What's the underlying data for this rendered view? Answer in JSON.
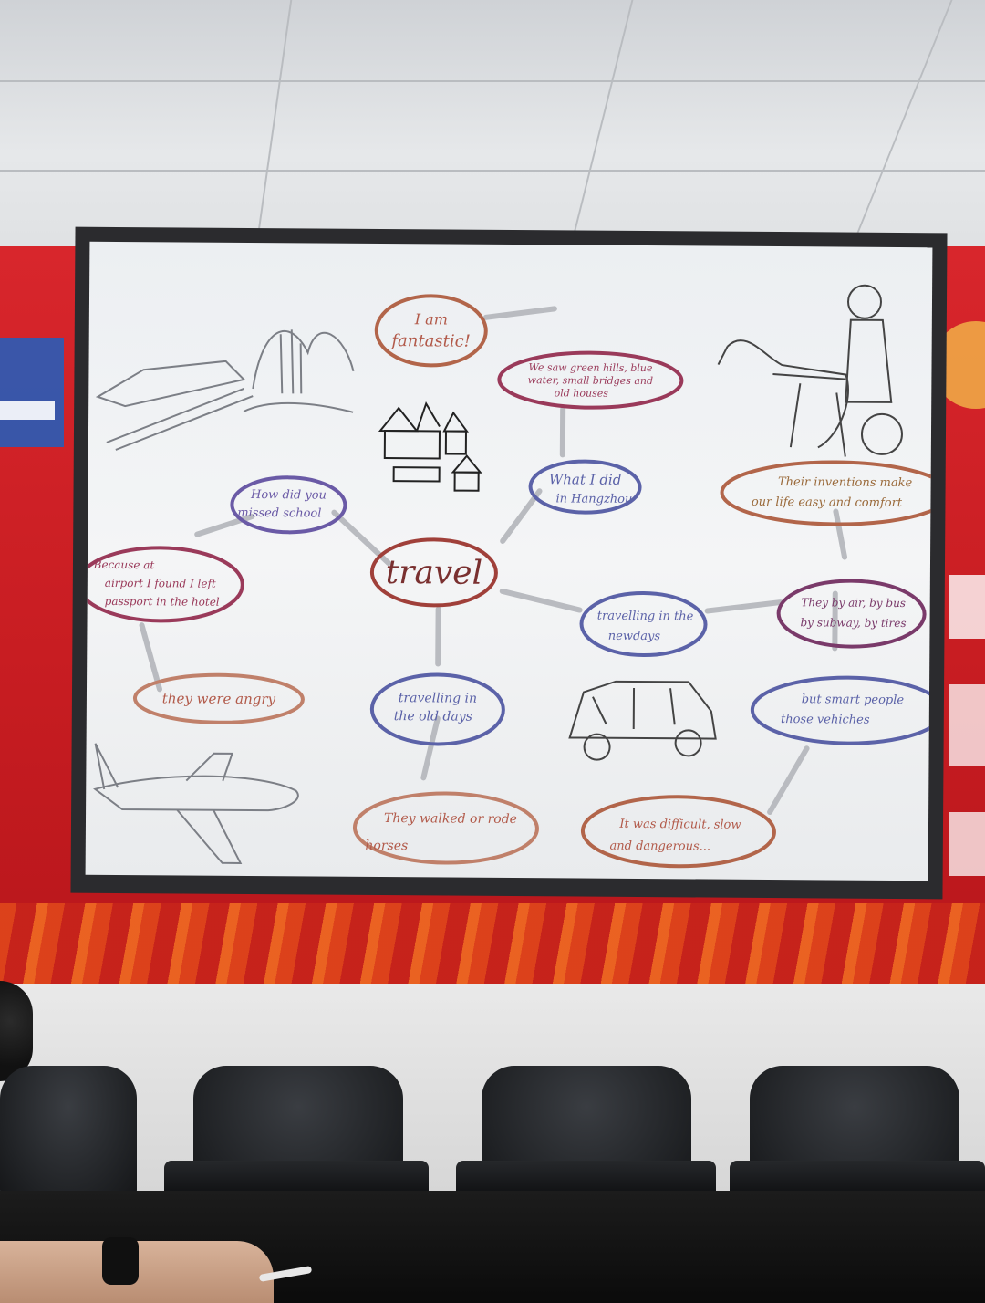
{
  "mindmap": {
    "center": "travel",
    "nodes": [
      {
        "id": "fantastic",
        "lines": [
          "I am",
          "fantastic!"
        ],
        "color": "#b25a4a"
      },
      {
        "id": "saw",
        "lines": [
          "We saw green hills, blue",
          "water, small bridges and",
          "old houses"
        ],
        "color": "#9a3a5a"
      },
      {
        "id": "what-did",
        "lines": [
          "What I did",
          "in Hangzhou"
        ],
        "color": "#5b62a8"
      },
      {
        "id": "how-missed",
        "lines": [
          "How did you",
          "missed school"
        ],
        "color": "#6a5aa6"
      },
      {
        "id": "because",
        "lines": [
          "Because at",
          "airport I found I left",
          "passport in the hotel"
        ],
        "color": "#9a3a5a"
      },
      {
        "id": "angry",
        "lines": [
          "they were angry"
        ],
        "color": "#b25a4a"
      },
      {
        "id": "old-days",
        "lines": [
          "travelling in",
          "the old days"
        ],
        "color": "#5b62a8"
      },
      {
        "id": "walked",
        "lines": [
          "They walked or rode",
          "horses"
        ],
        "color": "#b25a4a"
      },
      {
        "id": "new-days",
        "lines": [
          "travelling in the",
          "newdays"
        ],
        "color": "#5b62a8"
      },
      {
        "id": "by-air",
        "lines": [
          "They by air, by bus",
          "by subway, by tires"
        ],
        "color": "#7a3a6a"
      },
      {
        "id": "smart",
        "lines": [
          "but smart people",
          "those vehiches"
        ],
        "color": "#5b62a8"
      },
      {
        "id": "difficult",
        "lines": [
          "It was difficult, slow",
          "and dangerous..."
        ],
        "color": "#b25a4a"
      },
      {
        "id": "inventions",
        "lines": [
          "Their inventions make",
          "our life easy and comfort"
        ],
        "color": "#9a6a3a"
      }
    ]
  },
  "colors": {
    "banner_red": "#d8262c",
    "screen_white": "#f0f2f4",
    "pencil_gray": "#7c7f86"
  }
}
